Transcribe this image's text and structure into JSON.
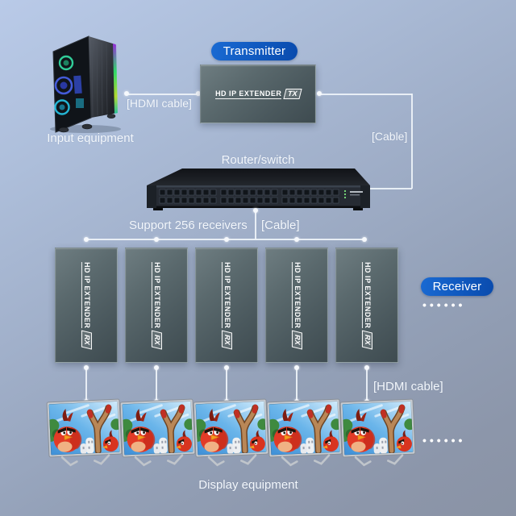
{
  "badges": {
    "transmitter": "Transmitter",
    "receiver": "Receiver"
  },
  "labels": {
    "input_equipment": "Input equipment",
    "hdmi_cable_top": "[HDMI cable]",
    "cable_right": "[Cable]",
    "router_switch": "Router/switch",
    "support_receivers": "Support 256 receivers",
    "cable_middle": "[Cable]",
    "hdmi_cable_bottom": "[HDMI cable]",
    "display_equipment": "Display equipment"
  },
  "devices": {
    "extender_name": "HD IP EXTENDER",
    "tx_badge": "TX",
    "rx_badge": "RX",
    "receiver_count": 5,
    "tv_count": 5
  },
  "ellipsis": {
    "receivers_more": "••••••",
    "displays_more": "••••••"
  },
  "colors": {
    "badge_blue": "#0f57bd",
    "device_gray": "#4a585d",
    "line_white": "#eef3f9",
    "background_top": "#b9cae8",
    "background_bottom": "#8a93a5"
  }
}
